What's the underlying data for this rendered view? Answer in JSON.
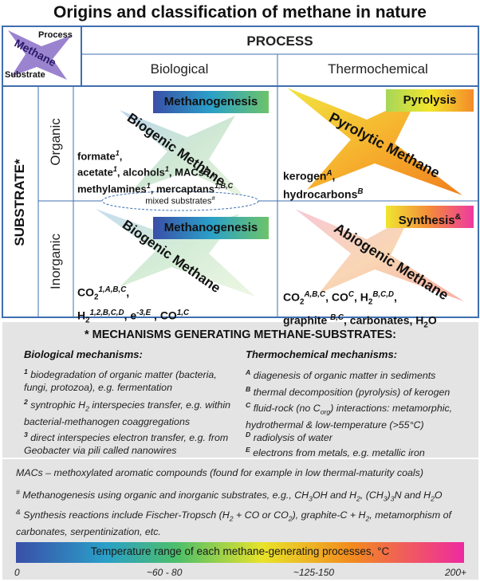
{
  "title": "Origins and classification of methane in nature",
  "corner": {
    "top": "Process",
    "middle": "Methane",
    "bottom": "Substrate"
  },
  "process_header": "PROCESS",
  "substrate_header": "SUBSTRATE*",
  "columns": [
    "Biological",
    "Thermochemical"
  ],
  "rows": [
    "Organic",
    "Inorganic"
  ],
  "cells": {
    "bio_org": {
      "badge": "Methanogenesis",
      "diag": "Biogenic Methane",
      "subs_html": "formate<sup><i>1</i></sup>,<br>acetate<sup><i>1</i></sup>, alcohols<sup><i>1</i></sup>, MACs<sup><i>A</i></sup> ,<br>methylamines<sup><i>1</i></sup>, mercaptans<sup><i>1,B,C</i></sup>"
    },
    "thermo_org": {
      "badge": "Pyrolysis",
      "diag": "Pyrolytic Methane",
      "subs_html": "kerogen<sup><i>A</i></sup>,<br>hydrocarbons<sup><i>B</i></sup>"
    },
    "bio_inorg": {
      "badge": "Methanogenesis",
      "diag": "Biogenic Methane",
      "subs_html": "CO<sub>2</sub><sup><i>1,A,B,C</i></sup>,<br>H<sub>2</sub><sup><i>1,2,B,C,D</i></sup>, e<sup>-</sup><sup><i>3,E</i></sup> , CO<sup><i>1,C</i></sup>"
    },
    "thermo_inorg": {
      "badge_html": "Synthesis<sup>&amp;</sup>",
      "diag": "Abiogenic Methane",
      "subs_html": "CO<sub>2</sub><sup><i>A,B,C</i></sup>, CO<sup><i>C</i></sup>, H<sub>2</sub><sup><i>B,C,D</i></sup>,<br>graphite <sup><i>B,C</i></sup>, carbonates, H<sub>2</sub>O"
    }
  },
  "mixed_substrates_html": "mixed substrates<sup>#</sup>",
  "mechanisms": {
    "title": "* MECHANISMS GENERATING METHANE-SUBSTRATES:",
    "bio_title": "Biological mechanisms:",
    "thermo_title": "Thermochemical mechanisms:",
    "bio_items": [
      "<b><sup>1</sup></b> biodegradation of organic matter (bacteria, fungi, protozoa), e.g. fermentation",
      "<b><sup>2</sup></b> syntrophic H<sub>2</sub> interspecies transfer, e.g. within bacterial-methanogen coaggregations",
      "<b><sup>3</sup></b> direct interspecies electron transfer, e.g. from Geobacter via pili called nanowires"
    ],
    "thermo_items": [
      "<b><sup>A</sup></b> diagenesis of organic matter in sediments",
      "<b><sup>B</sup></b> thermal decomposition (pyrolysis) of kerogen",
      "<b><sup>C</sup></b> fluid-rock (no C<sub>org</sub>) interactions: metamorphic, hydrothermal &amp; low-temperature (&gt;55°C)",
      "<b><sup>D</sup></b> radiolysis of water",
      "<b><sup>E</sup></b> electrons from metals, e.g. metallic iron"
    ]
  },
  "notes": [
    "MACs – methoxylated aromatic compounds (found for example in low thermal-maturity coals)",
    "<sup>#</sup> Methanogenesis using organic and inorganic substrates, e.g., CH<sub>3</sub>OH and H<sub>2</sub>, (CH<sub>3</sub>)<sub>3</sub>N and H<sub>2</sub>O",
    "<sup>&amp;</sup> Synthesis reactions include Fischer-Tropsch (H<sub>2</sub> + CO or CO<sub>2</sub>), graphite-C + H<sub>2</sub>, metamorphism of carbonates, serpentinization, etc."
  ],
  "scale": {
    "label": "Temperature range of each methane-generating processes, °C",
    "ticks": [
      "0",
      "~60 - 80",
      "~125-150",
      "200+"
    ]
  },
  "colors": {
    "grid_blue": "#3f6fb0",
    "grey_box": "#e4e4e4",
    "corner_star": "#9b84cf"
  }
}
